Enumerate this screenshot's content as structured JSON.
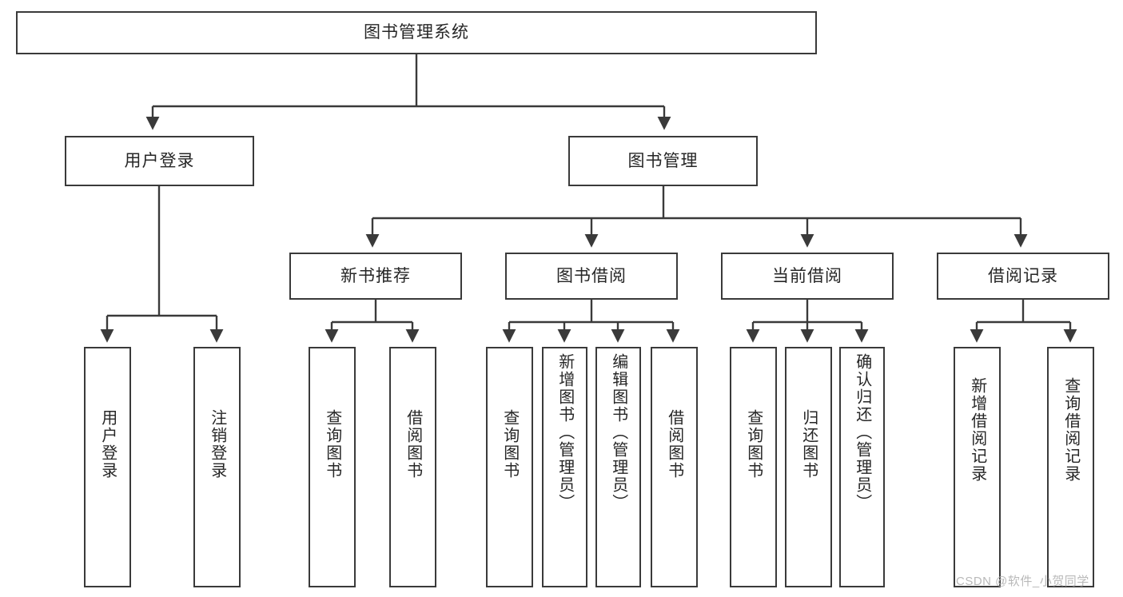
{
  "diagram": {
    "title": "图书管理系统",
    "type": "tree-structure-chart",
    "watermark": "CSDN @软件_小贺同学",
    "colors": {
      "box_border": "#3a3a3a",
      "box_fill": "#ffffff",
      "edge": "#3a3a3a",
      "text": "#262626",
      "watermark": "#b9b9b9"
    },
    "root": {
      "label": "图书管理系统"
    },
    "level2": [
      {
        "label": "用户登录"
      },
      {
        "label": "图书管理"
      }
    ],
    "level3": [
      {
        "label": "新书推荐"
      },
      {
        "label": "图书借阅"
      },
      {
        "label": "当前借阅"
      },
      {
        "label": "借阅记录"
      }
    ],
    "leaves": {
      "user_login": [
        {
          "label": "用户登录"
        },
        {
          "label": "注销登录"
        }
      ],
      "new_book_recommend": [
        {
          "label": "查询图书"
        },
        {
          "label": "借阅图书"
        }
      ],
      "book_borrow": [
        {
          "label": "查询图书"
        },
        {
          "label": "新增图书（管理员）"
        },
        {
          "label": "编辑图书（管理员）"
        },
        {
          "label": "借阅图书"
        }
      ],
      "current_borrow": [
        {
          "label": "查询图书"
        },
        {
          "label": "归还图书"
        },
        {
          "label": "确认归还（管理员）"
        }
      ],
      "borrow_record": [
        {
          "label": "新增借阅记录"
        },
        {
          "label": "查询借阅记录"
        }
      ]
    }
  }
}
